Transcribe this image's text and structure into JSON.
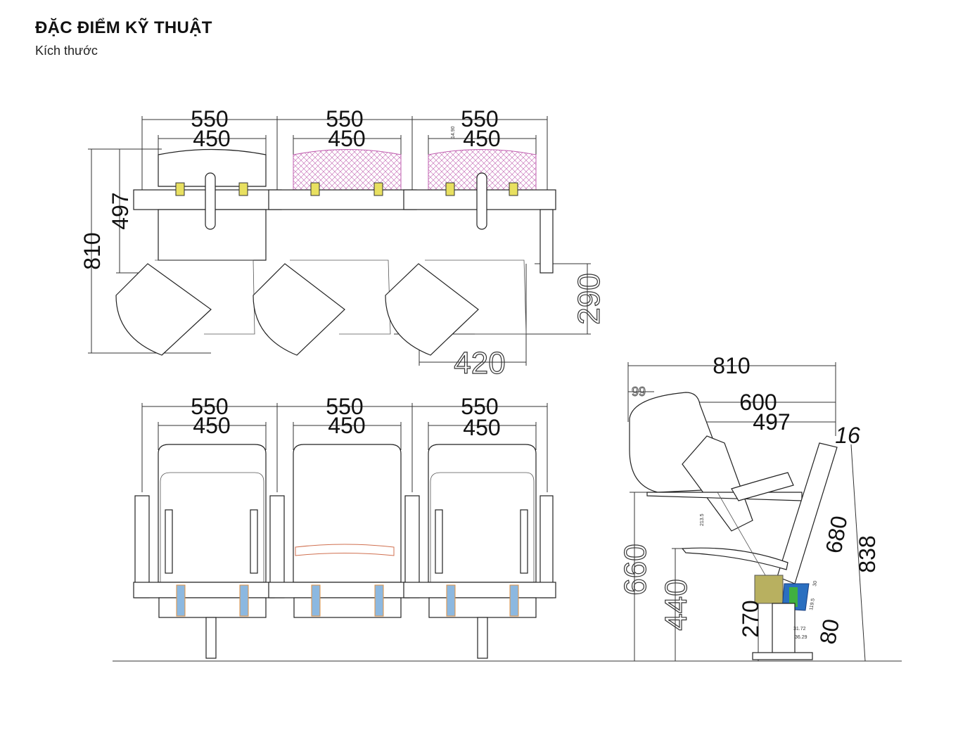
{
  "header": {
    "title": "ĐẶC ĐIỂM KỸ THUẬT",
    "subtitle": "Kích thước"
  },
  "top_view": {
    "seat_width": [
      "550",
      "550",
      "550"
    ],
    "seat_inner_width": [
      "450",
      "450",
      "450"
    ],
    "total_depth": "810",
    "seat_depth": "497",
    "tablet_depth": "290",
    "tablet_width": "420",
    "small_dim": "14.90"
  },
  "front_view": {
    "seat_width": [
      "550",
      "550",
      "550"
    ],
    "seat_inner_width": [
      "450",
      "450",
      "450"
    ]
  },
  "side_view": {
    "total_depth": "810",
    "depth_600": "600",
    "depth_497": "497",
    "back_thickness": "16",
    "tablet_offset": "99",
    "tablet_height": "660",
    "seat_height": "440",
    "beam_height": "270",
    "back_height": "680",
    "total_height": "838",
    "bracket_height": "80",
    "small_dims": [
      "213.5",
      "31.72",
      "36.29",
      "119.5",
      "30"
    ]
  },
  "colors": {
    "pink_hatch": "#d070c0",
    "yellow": "#e8e060",
    "blue": "#2a6fc0",
    "light_blue": "#8cb8e0",
    "olive": "#b8b060",
    "green": "#40b040"
  }
}
